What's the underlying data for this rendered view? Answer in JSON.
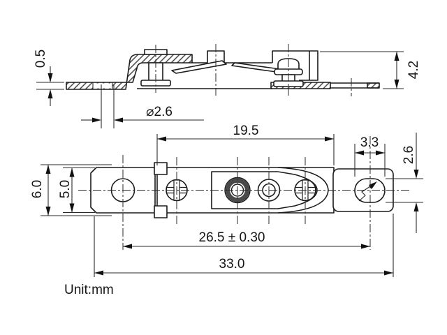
{
  "unit_label": "Unit:mm",
  "side_view": {
    "dims": {
      "plate_thickness": "0.5",
      "mounting_hole_diameter": "⌀2.6",
      "overall_height": "4.2"
    }
  },
  "plan_view": {
    "dims": {
      "body_length": "19.5",
      "terminal_hole_width": "3.3",
      "terminal_hole_height": "2.6",
      "overall_width": "6.0",
      "bracket_tab_width": "5.0",
      "hole_pitch": "26.5 ± 0.30",
      "overall_length": "33.0"
    }
  },
  "colors": {
    "line": "#1c1c1c",
    "background": "#ffffff"
  }
}
